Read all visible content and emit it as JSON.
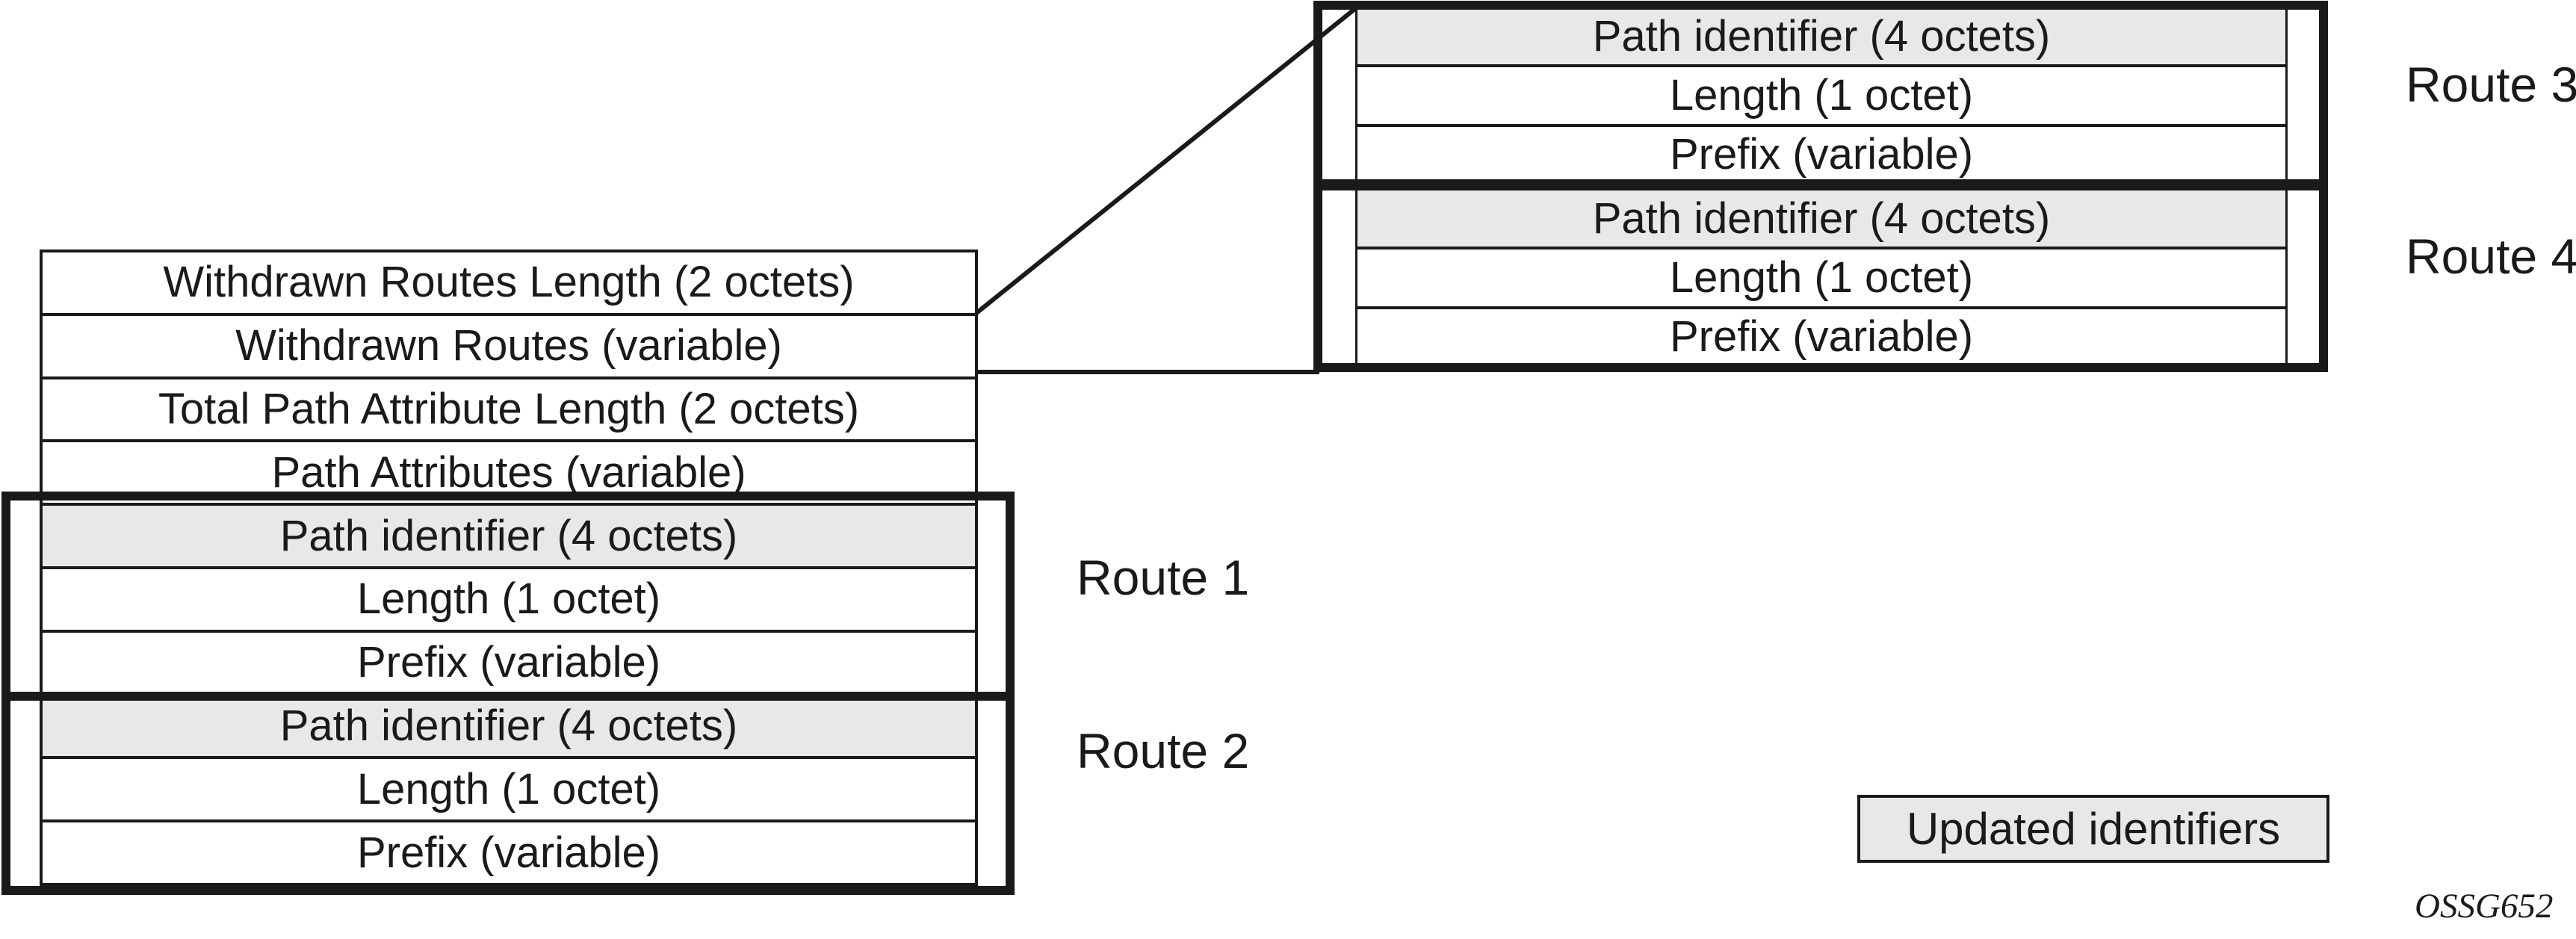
{
  "figure": {
    "left_table": {
      "rows": [
        {
          "label": "Withdrawn Routes Length (2 octets)",
          "shaded": false
        },
        {
          "label": "Withdrawn Routes (variable)",
          "shaded": false
        },
        {
          "label": "Total Path Attribute Length (2 octets)",
          "shaded": false
        },
        {
          "label": "Path Attributes (variable)",
          "shaded": false
        },
        {
          "label": "Path identifier (4 octets)",
          "shaded": true
        },
        {
          "label": "Length (1 octet)",
          "shaded": false
        },
        {
          "label": "Prefix (variable)",
          "shaded": false
        },
        {
          "label": "Path identifier (4 octets)",
          "shaded": true
        },
        {
          "label": "Length (1 octet)",
          "shaded": false
        },
        {
          "label": "Prefix (variable)",
          "shaded": false
        }
      ]
    },
    "right_table": {
      "route3_rows": [
        {
          "label": "Path identifier (4 octets)",
          "shaded": true
        },
        {
          "label": "Length (1 octet)",
          "shaded": false
        },
        {
          "label": "Prefix (variable)",
          "shaded": false
        }
      ],
      "route4_rows": [
        {
          "label": "Path identifier (4 octets)",
          "shaded": true
        },
        {
          "label": "Length (1 octet)",
          "shaded": false
        },
        {
          "label": "Prefix (variable)",
          "shaded": false
        }
      ]
    },
    "labels": {
      "route1": "Route 1",
      "route2": "Route 2",
      "route3": "Route 3",
      "route4": "Route 4"
    },
    "legend": {
      "label": "Updated identifiers"
    },
    "figure_id": "OSSG652",
    "colors": {
      "shaded_fill": "#e8e8e8",
      "line": "#1a1a1a",
      "background": "#ffffff"
    }
  }
}
